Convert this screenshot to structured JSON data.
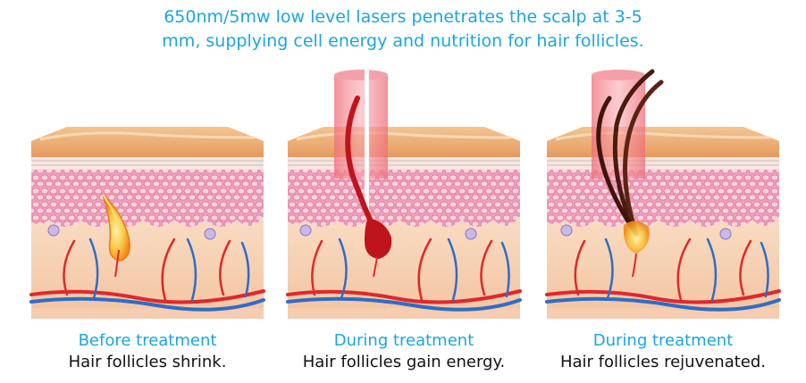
{
  "headline": {
    "line1": "650nm/5mw low level lasers penetrates the scalp at 3-5",
    "line2": "mm, supplying cell energy and nutrition for hair follicles."
  },
  "panels": [
    {
      "stage": "Before treatment",
      "description": "Hair follicles shrink.",
      "state": "shrunk"
    },
    {
      "stage": "During treatment",
      "description": "Hair follicles gain energy.",
      "state": "laser"
    },
    {
      "stage": "During treatment",
      "description": "Hair follicles rejuvenated.",
      "state": "rejuvenated"
    }
  ],
  "colors": {
    "accent": "#1aa6e0",
    "text": "#111111",
    "laser": "#f28a92",
    "epidermis": "#e8a870",
    "cells": "#f3a6bf",
    "dermis": "#f7d3b6",
    "artery": "#e0282c",
    "vein": "#2f6cc8",
    "follicle_glow": "#f6a623",
    "hair_red": "#c0141c",
    "hair_dark": "#4a1a0e"
  }
}
